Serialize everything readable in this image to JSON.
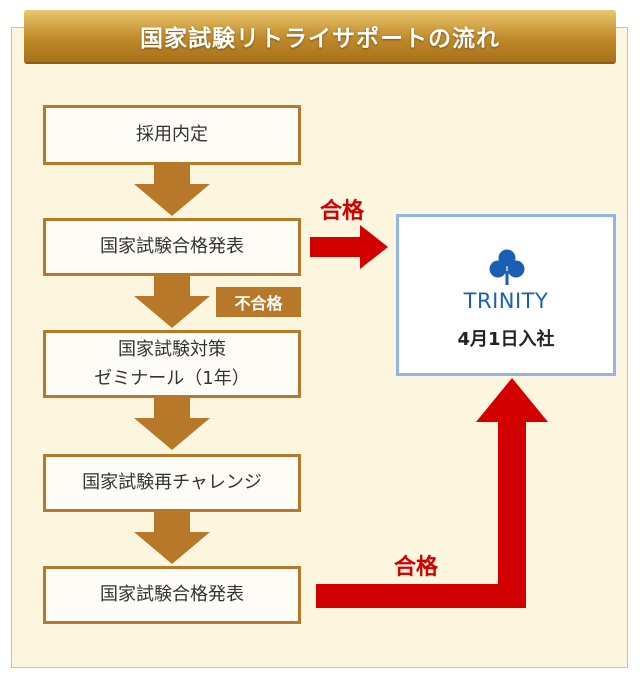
{
  "title": "国家試験リトライサポートの流れ",
  "steps": [
    {
      "lines": [
        "採用内定"
      ]
    },
    {
      "lines": [
        "国家試験合格発表"
      ]
    },
    {
      "lines": [
        "国家試験対策",
        "ゼミナール（1年）"
      ]
    },
    {
      "lines": [
        "国家試験再チャレンジ"
      ]
    },
    {
      "lines": [
        "国家試験合格発表"
      ]
    }
  ],
  "fail_label": "不合格",
  "pass_label": "合格",
  "result": {
    "company": "TRINITY",
    "join_date": "4月1日入社"
  },
  "colors": {
    "banner": "#c08a2a",
    "step_border": "#b8782a",
    "arrow_brown": "#b8782a",
    "arrow_red": "#d20000",
    "result_border": "#8fb6e6",
    "clover_blue": "#1a5fb4",
    "panel_bg": "#fdf6de"
  },
  "icons": {
    "clover": "clover-icon"
  }
}
